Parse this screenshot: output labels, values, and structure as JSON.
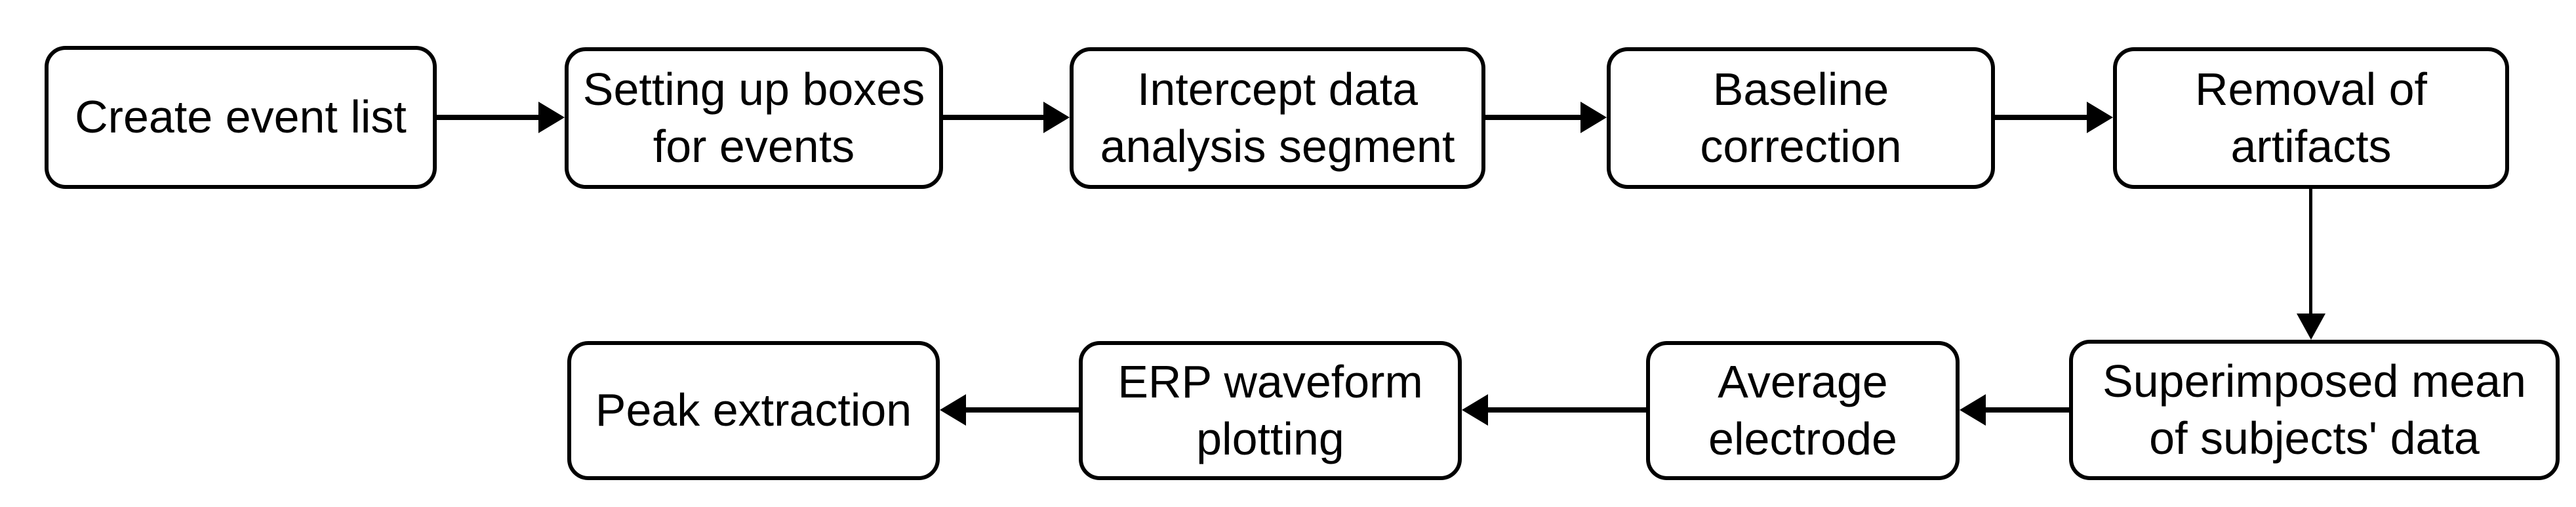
{
  "diagram": {
    "type": "flowchart",
    "colors": {
      "background": "#ffffff",
      "box_fill": "#ffffff",
      "box_border": "#000000",
      "arrow": "#000000",
      "text": "#000000"
    },
    "boxes": [
      {
        "id": "create-event-list",
        "label": "Create event list"
      },
      {
        "id": "setting-up-boxes-for-events",
        "label": "Setting up boxes\nfor events"
      },
      {
        "id": "intercept-data-analysis-segment",
        "label": "Intercept data\nanalysis segment"
      },
      {
        "id": "baseline-correction",
        "label": "Baseline\ncorrection"
      },
      {
        "id": "removal-of-artifacts",
        "label": "Removal of\nartifacts"
      },
      {
        "id": "superimposed-mean-of-subjects-data",
        "label": "Superimposed mean\nof subjects' data"
      },
      {
        "id": "average-electrode",
        "label": "Average\nelectrode"
      },
      {
        "id": "erp-waveform-plotting",
        "label": "ERP waveform\nplotting"
      },
      {
        "id": "peak-extraction",
        "label": "Peak extraction"
      }
    ],
    "flow": [
      {
        "from": "create-event-list",
        "to": "setting-up-boxes-for-events",
        "direction": "right"
      },
      {
        "from": "setting-up-boxes-for-events",
        "to": "intercept-data-analysis-segment",
        "direction": "right"
      },
      {
        "from": "intercept-data-analysis-segment",
        "to": "baseline-correction",
        "direction": "right"
      },
      {
        "from": "baseline-correction",
        "to": "removal-of-artifacts",
        "direction": "right"
      },
      {
        "from": "removal-of-artifacts",
        "to": "superimposed-mean-of-subjects-data",
        "direction": "down"
      },
      {
        "from": "superimposed-mean-of-subjects-data",
        "to": "average-electrode",
        "direction": "left"
      },
      {
        "from": "average-electrode",
        "to": "erp-waveform-plotting",
        "direction": "left"
      },
      {
        "from": "erp-waveform-plotting",
        "to": "peak-extraction",
        "direction": "left"
      }
    ]
  }
}
